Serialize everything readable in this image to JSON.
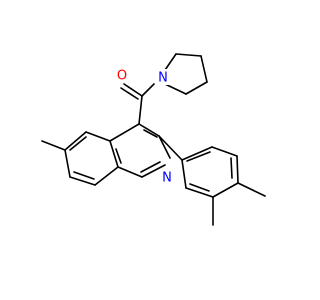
{
  "molecule": {
    "atom_labels": {
      "oxygen": "O",
      "pyrrolidine_nitrogen": "N",
      "quinoline_nitrogen": "N"
    },
    "colors": {
      "bond": "#000000",
      "oxygen": "#ff0000",
      "nitrogen": "#0000ff",
      "background": "#ffffff"
    }
  }
}
